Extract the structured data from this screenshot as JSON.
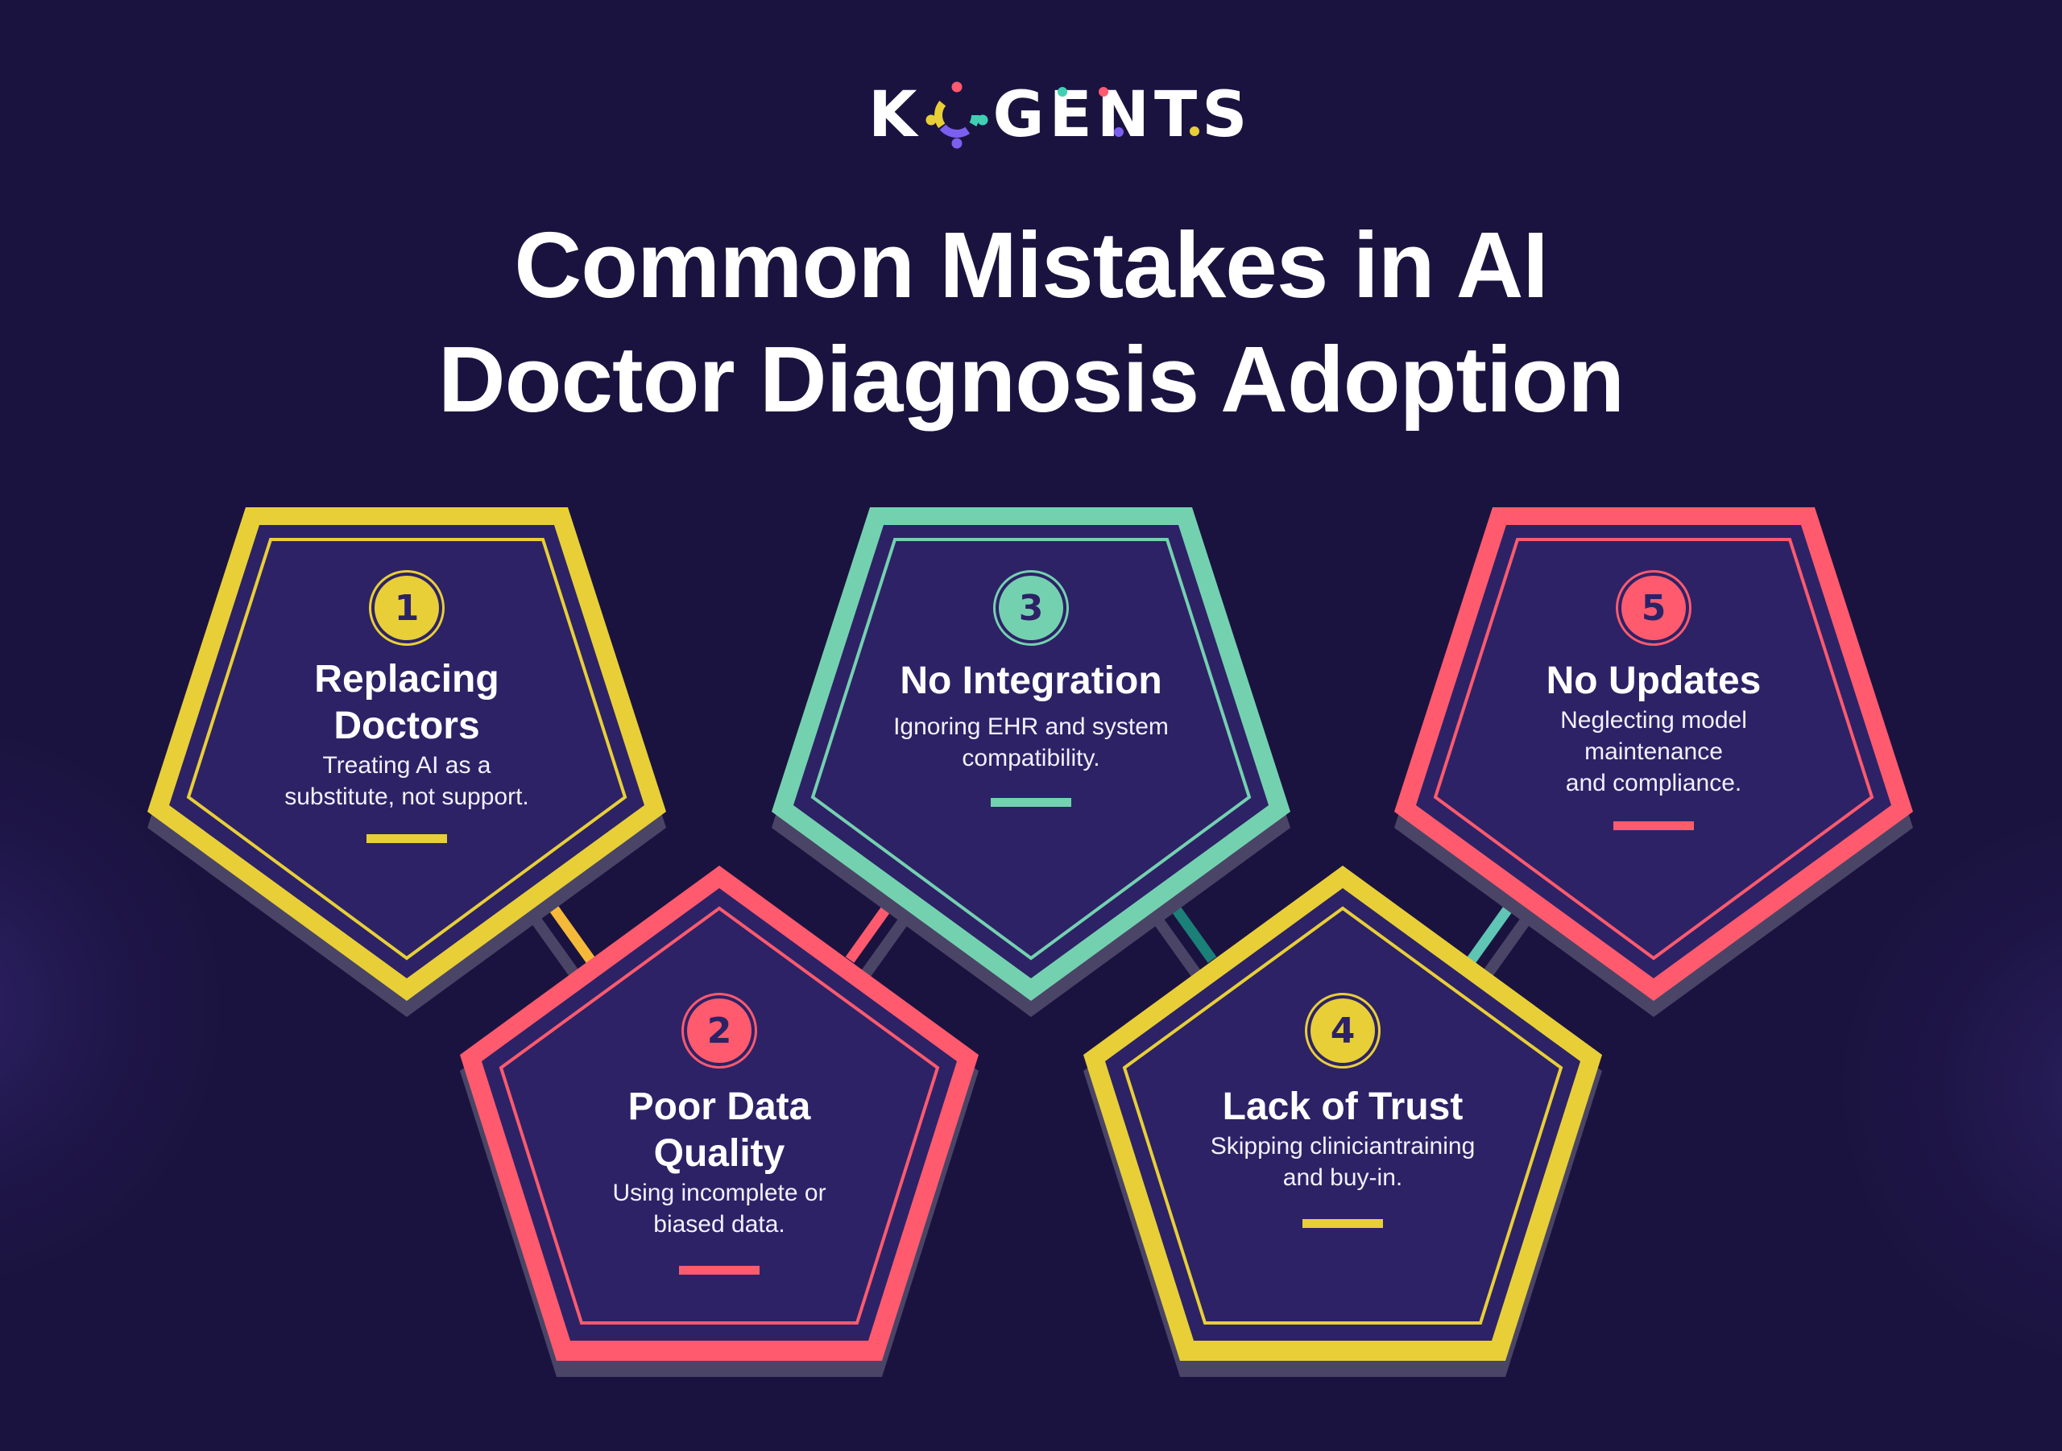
{
  "brand": {
    "logo_text_before": "K",
    "logo_text_after": "GENTS",
    "logo_icon": "people-circle-icon"
  },
  "title": {
    "line1": "Common Mistakes in AI",
    "line2": "Doctor Diagnosis Adoption"
  },
  "colors": {
    "background": "#1b133f",
    "panel_fill": "#2d2266",
    "shadow": "#4a4566",
    "yellow": "#e8cf37",
    "pink": "#ff5a6e",
    "mint": "#74d1b0",
    "orange_connector": "#f5b93a",
    "dark_teal_connector": "#1a8078",
    "light_teal_connector": "#5fc5b4",
    "logo_purple": "#7b5ff0"
  },
  "steps": [
    {
      "number": "1",
      "title_lines": [
        "Replacing",
        "Doctors"
      ],
      "desc_lines": [
        "Treating AI as a",
        "substitute, not support."
      ],
      "color": "#e8cf37"
    },
    {
      "number": "2",
      "title_lines": [
        "Poor Data",
        "Quality"
      ],
      "desc_lines": [
        "Using incomplete or",
        "biased data."
      ],
      "color": "#ff5a6e"
    },
    {
      "number": "3",
      "title_lines": [
        "No Integration"
      ],
      "desc_lines": [
        "Ignoring EHR and system",
        "compatibility."
      ],
      "color": "#74d1b0"
    },
    {
      "number": "4",
      "title_lines": [
        "Lack of Trust"
      ],
      "desc_lines": [
        "Skipping cliniciantraining",
        "and buy-in."
      ],
      "color": "#e8cf37"
    },
    {
      "number": "5",
      "title_lines": [
        "No Updates"
      ],
      "desc_lines": [
        "Neglecting model",
        "maintenance",
        "and compliance."
      ],
      "color": "#ff5a6e"
    }
  ]
}
